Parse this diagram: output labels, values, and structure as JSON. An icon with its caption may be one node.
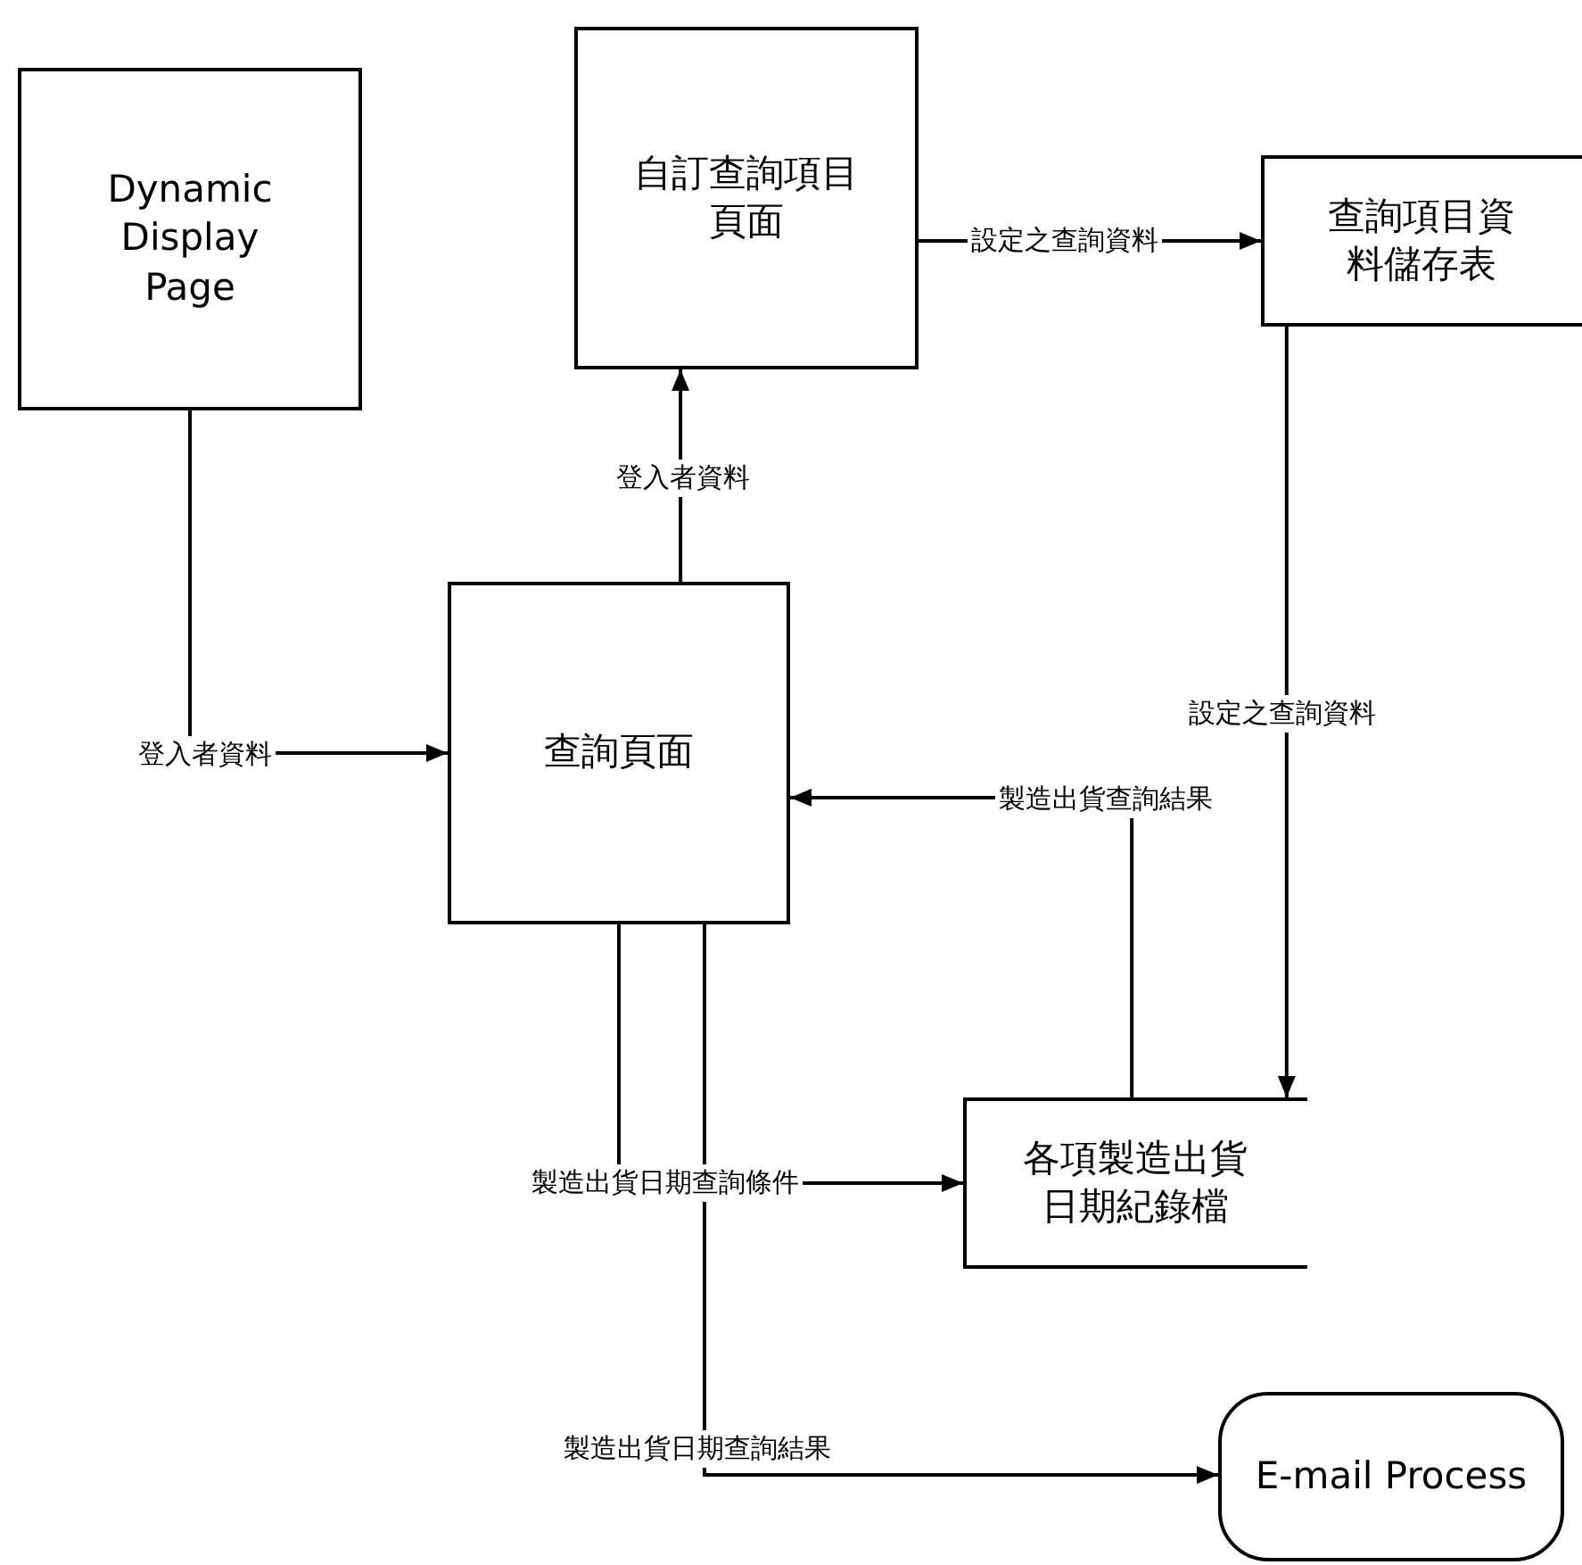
{
  "diagram": {
    "nodes": [
      {
        "text": [
          "Dynamic Display Page"
        ]
      },
      {
        "text": [
          "自訂查詢項目頁面"
        ]
      },
      {
        "text": [
          "查詢項目資料儲存表"
        ]
      },
      {
        "text": [
          "查詢頁面"
        ]
      },
      {
        "text": [
          "各項製造出貨日期紀錄檔"
        ]
      },
      {
        "text": [
          "E-mail Process"
        ]
      }
    ],
    "edges": [
      {
        "from": 0,
        "to": 3,
        "arrow": "to",
        "label": "登入者資料"
      },
      {
        "from": 3,
        "to": 1,
        "arrow": "to",
        "label": "登入者資料"
      },
      {
        "from": 1,
        "to": 2,
        "arrow": "to",
        "label": "設定之查詢資料"
      },
      {
        "from": 2,
        "to": 4,
        "arrow": "to",
        "label": "設定之查詢資料"
      },
      {
        "from": 4,
        "to": 3,
        "arrow": "to",
        "label": "製造出貨查詢結果"
      },
      {
        "from": 3,
        "to": 4,
        "arrow": "to",
        "label": "製造出貨日期查詢條件"
      },
      {
        "from": 3,
        "to": 5,
        "arrow": "to",
        "label": "製造出貨日期查詢結果"
      }
    ]
  }
}
